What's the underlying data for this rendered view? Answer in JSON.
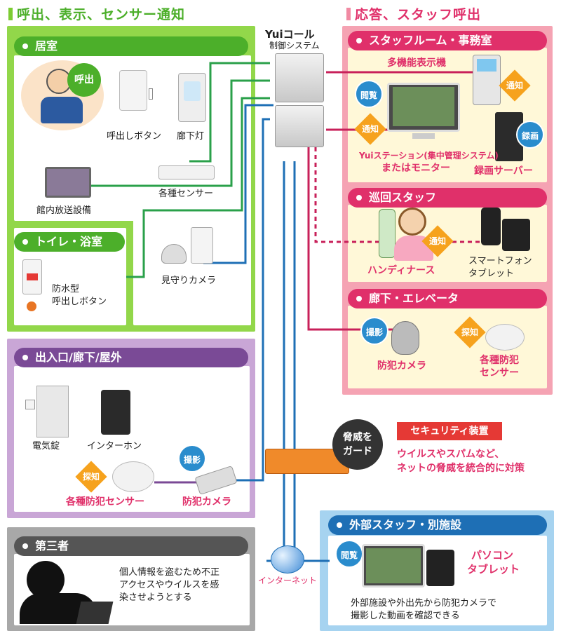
{
  "left_column_title": "呼出、表示、センサー通知",
  "right_column_title": "応答、スタッフ呼出",
  "yui_logo": "Yuiコール",
  "yui_system": "制御システム",
  "sections": {
    "room": "居室",
    "toilet": "トイレ・浴室",
    "entrance": "出入口/廊下/屋外",
    "staffroom": "スタッフルーム・事務室",
    "patrol": "巡回スタッフ",
    "hallway": "廊下・エレベータ",
    "external": "外部スタッフ・別施設",
    "third_party": "第三者"
  },
  "room": {
    "call_bubble": "呼出",
    "call_button": "呼出しボタン",
    "hall_light": "廊下灯",
    "broadcast": "館内放送設備",
    "sensors": "各種センサー",
    "camera": "見守りカメラ"
  },
  "toilet": {
    "waterproof_line1": "防水型",
    "waterproof_line2": "呼出しボタン"
  },
  "entrance": {
    "lock": "電気錠",
    "intercom": "インターホン",
    "sensors": "各種防犯センサー",
    "camera": "防犯カメラ",
    "detect": "探知",
    "shoot": "撮影"
  },
  "staffroom": {
    "display": "多機能表示機",
    "notify1": "通知",
    "notify2": "通知",
    "browse": "閲覧",
    "record": "録画",
    "station_line1": "Yuiステーション(集中管理システム)",
    "station_line2": "またはモニター",
    "recorder": "録画サーバー"
  },
  "patrol": {
    "notify": "通知",
    "handy": "ハンディナース",
    "smart_line1": "スマートフォン",
    "smart_line2": "タブレット"
  },
  "hallway": {
    "shoot": "撮影",
    "detect": "探知",
    "camera": "防犯カメラ",
    "sensor_line1": "各種防犯",
    "sensor_line2": "センサー"
  },
  "security": {
    "guard_line1": "脅威を",
    "guard_line2": "ガード",
    "title": "セキュリティ装置",
    "desc_line1": "ウイルスやスパムなど、",
    "desc_line2": "ネットの脅威を統合的に対策"
  },
  "internet": "インターネット",
  "external": {
    "browse": "閲覧",
    "pc": "パソコン",
    "tablet": "タブレット",
    "desc_line1": "外部施設や外出先から防犯カメラで",
    "desc_line2": "撮影した動画を確認できる"
  },
  "third": {
    "line1": "個人情報を盗むため不正",
    "line2": "アクセスやウイルスを感",
    "line3": "染させようとする"
  },
  "colors": {
    "green": "#7ccc33",
    "pink": "#e0306a",
    "purple": "#7a4a96",
    "blue": "#1e6fb5",
    "gray": "#555555"
  }
}
